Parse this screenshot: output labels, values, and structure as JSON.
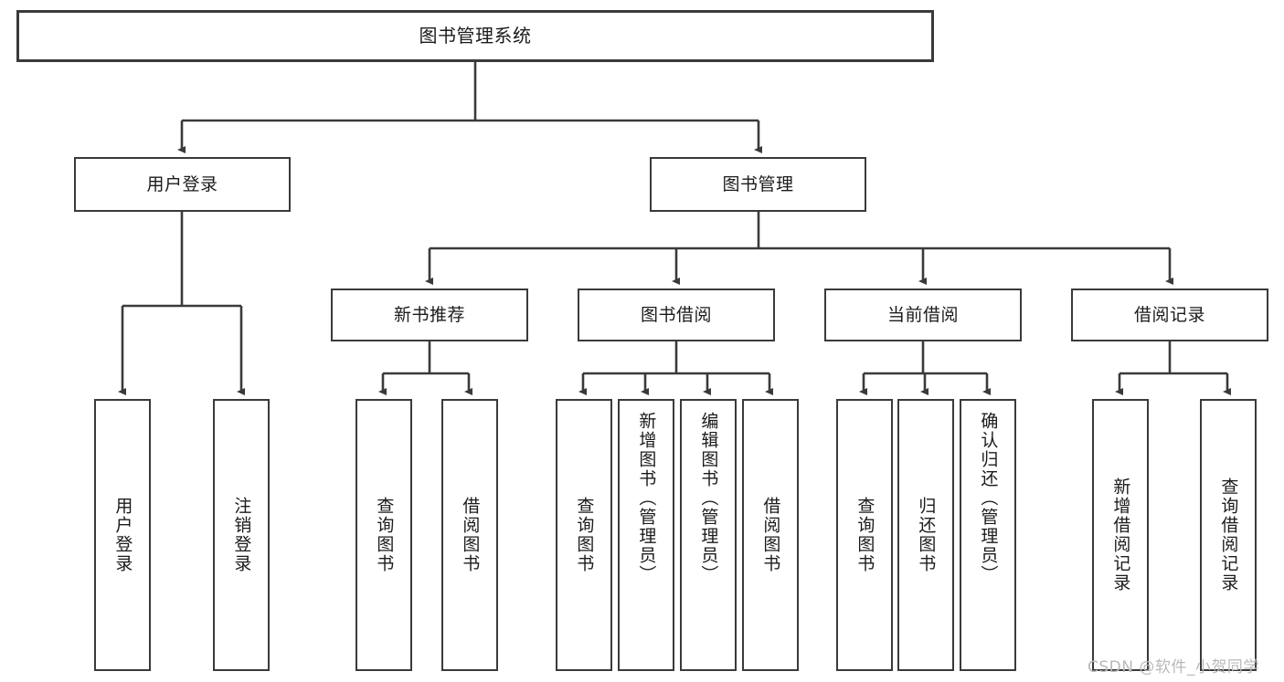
{
  "diagram": {
    "title": "图书管理系统",
    "type": "hierarchy-tree",
    "watermark": "CSDN @软件_小贺同学",
    "colors": {
      "stroke": "#3a3a3a",
      "background": "#ffffff",
      "text": "#1b1b1b",
      "watermark": "#b9b9b9"
    },
    "nodes": {
      "root": {
        "label": "图书管理系统"
      },
      "level2": [
        {
          "label": "用户登录"
        },
        {
          "label": "图书管理"
        }
      ],
      "level3": [
        {
          "label": "新书推荐"
        },
        {
          "label": "图书借阅"
        },
        {
          "label": "当前借阅"
        },
        {
          "label": "借阅记录"
        }
      ],
      "leaves": {
        "user_login": [
          {
            "label": "用户登录"
          },
          {
            "label": "注销登录"
          }
        ],
        "new_book_recommend": [
          {
            "label": "查询图书"
          },
          {
            "label": "借阅图书"
          }
        ],
        "book_borrow": [
          {
            "label": "查询图书"
          },
          {
            "label": "新增图书（管理员）"
          },
          {
            "label": "编辑图书（管理员）"
          },
          {
            "label": "借阅图书"
          }
        ],
        "current_borrow": [
          {
            "label": "查询图书"
          },
          {
            "label": "归还图书"
          },
          {
            "label": "确认归还（管理员）"
          }
        ],
        "borrow_record": [
          {
            "label": "新增借阅记录"
          },
          {
            "label": "查询借阅记录"
          }
        ]
      }
    }
  }
}
